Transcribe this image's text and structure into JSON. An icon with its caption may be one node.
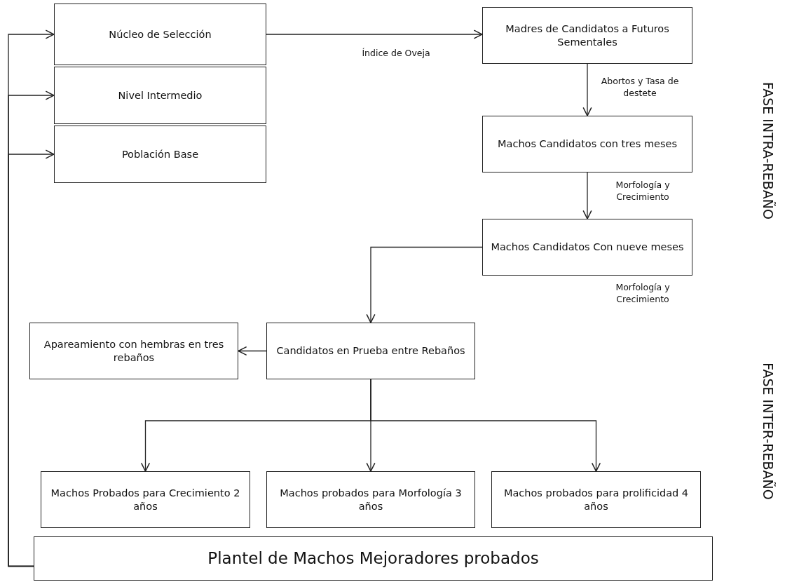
{
  "diagram": {
    "nodes": [
      {
        "text": [
          "Núcleo de Selección"
        ]
      },
      {
        "text": [
          "Nivel Intermedio"
        ]
      },
      {
        "text": [
          "Población Base"
        ]
      },
      {
        "text": [
          "Madres de Candidatos a Futuros Sementales"
        ]
      },
      {
        "text": [
          "Machos Candidatos con tres meses"
        ]
      },
      {
        "text": [
          "Machos Candidatos Con nueve meses"
        ]
      },
      {
        "text": [
          "Apareamiento con hembras en tres rebaños"
        ]
      },
      {
        "text": [
          "Candidatos en Prueba entre Rebaños"
        ]
      },
      {
        "text": [
          "Machos Probados para Crecimiento 2 años"
        ]
      },
      {
        "text": [
          "Machos probados para Morfología 3 años"
        ]
      },
      {
        "text": [
          "Machos probados para prolificidad 4 años"
        ]
      },
      {
        "text": [
          "Plantel de Machos Mejoradores probados"
        ]
      }
    ],
    "edges": [
      {
        "from": 0,
        "to": 3,
        "arrow": "to",
        "label": "Índice de Oveja"
      },
      {
        "from": 3,
        "to": 4,
        "arrow": "to",
        "label": "Abortos y Tasa de destete"
      },
      {
        "from": 4,
        "to": 5,
        "arrow": "to",
        "label": "Morfología y Crecimiento"
      },
      {
        "from": 5,
        "to": 7,
        "arrow": "to"
      },
      {
        "from": 7,
        "to": 6,
        "arrow": "to"
      },
      {
        "from": 7,
        "to": 8,
        "arrow": "to"
      },
      {
        "from": 7,
        "to": 9,
        "arrow": "to"
      },
      {
        "from": 7,
        "to": 10,
        "arrow": "to"
      },
      {
        "from": 11,
        "to": 0,
        "arrow": "to"
      },
      {
        "from": 11,
        "to": 1,
        "arrow": "to"
      },
      {
        "from": 11,
        "to": 2,
        "arrow": "to"
      }
    ],
    "labels": [
      "Morfología y Crecimiento",
      "FASE INTRA-REBAÑO",
      "FASE INTER-REBAÑO"
    ]
  }
}
